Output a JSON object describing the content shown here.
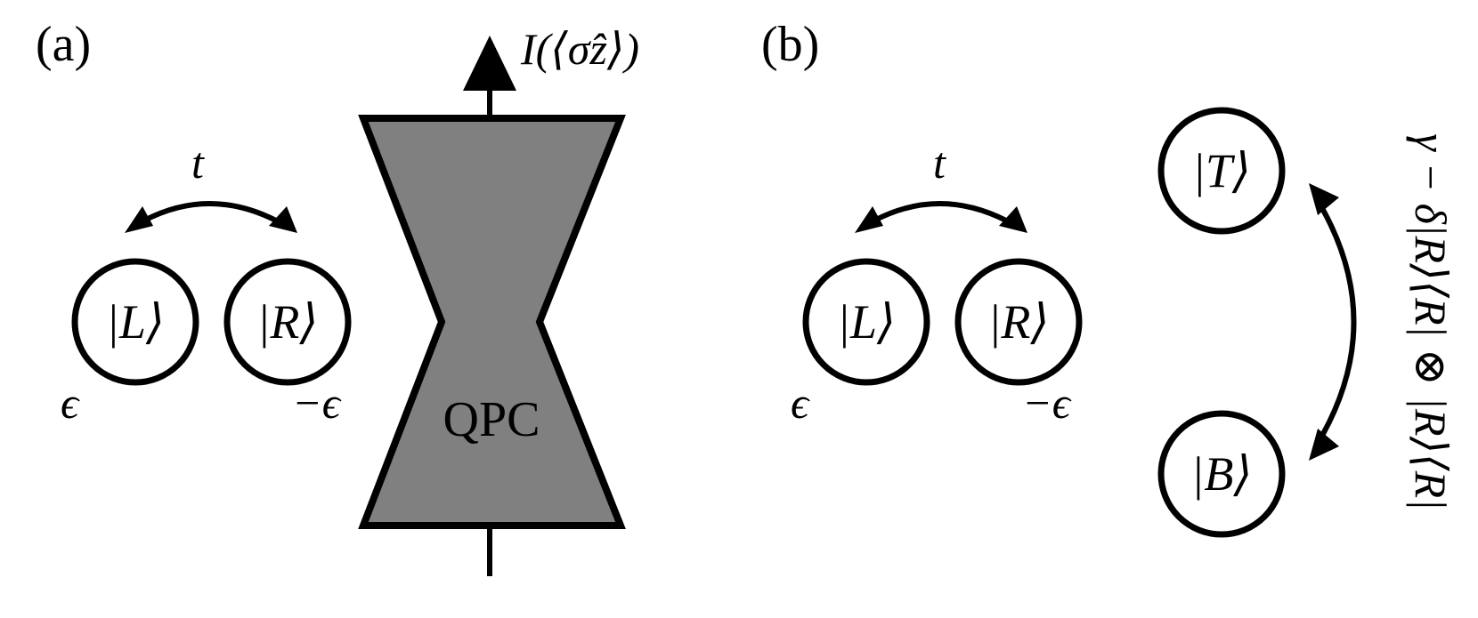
{
  "panels": {
    "a": "(a)",
    "b": "(b)"
  },
  "panel_a": {
    "state_left": "|L⟩",
    "state_right": "|R⟩",
    "energy_left": "ϵ",
    "energy_right": "−ϵ",
    "tunneling": "t",
    "qpc_label": "QPC",
    "current_label": "I(⟨σ̂z⟩)"
  },
  "panel_b": {
    "state_left": "|L⟩",
    "state_right": "|R⟩",
    "energy_left": "ϵ",
    "energy_right": "−ϵ",
    "tunneling": "t",
    "state_top": "|T⟩",
    "state_bottom": "|B⟩",
    "jump_operator": "γ − δ|R⟩⟨R| ⊗ |R⟩⟨R|"
  },
  "colors": {
    "qpc_fill": "#808080",
    "stroke": "#000000",
    "background": "#ffffff"
  }
}
